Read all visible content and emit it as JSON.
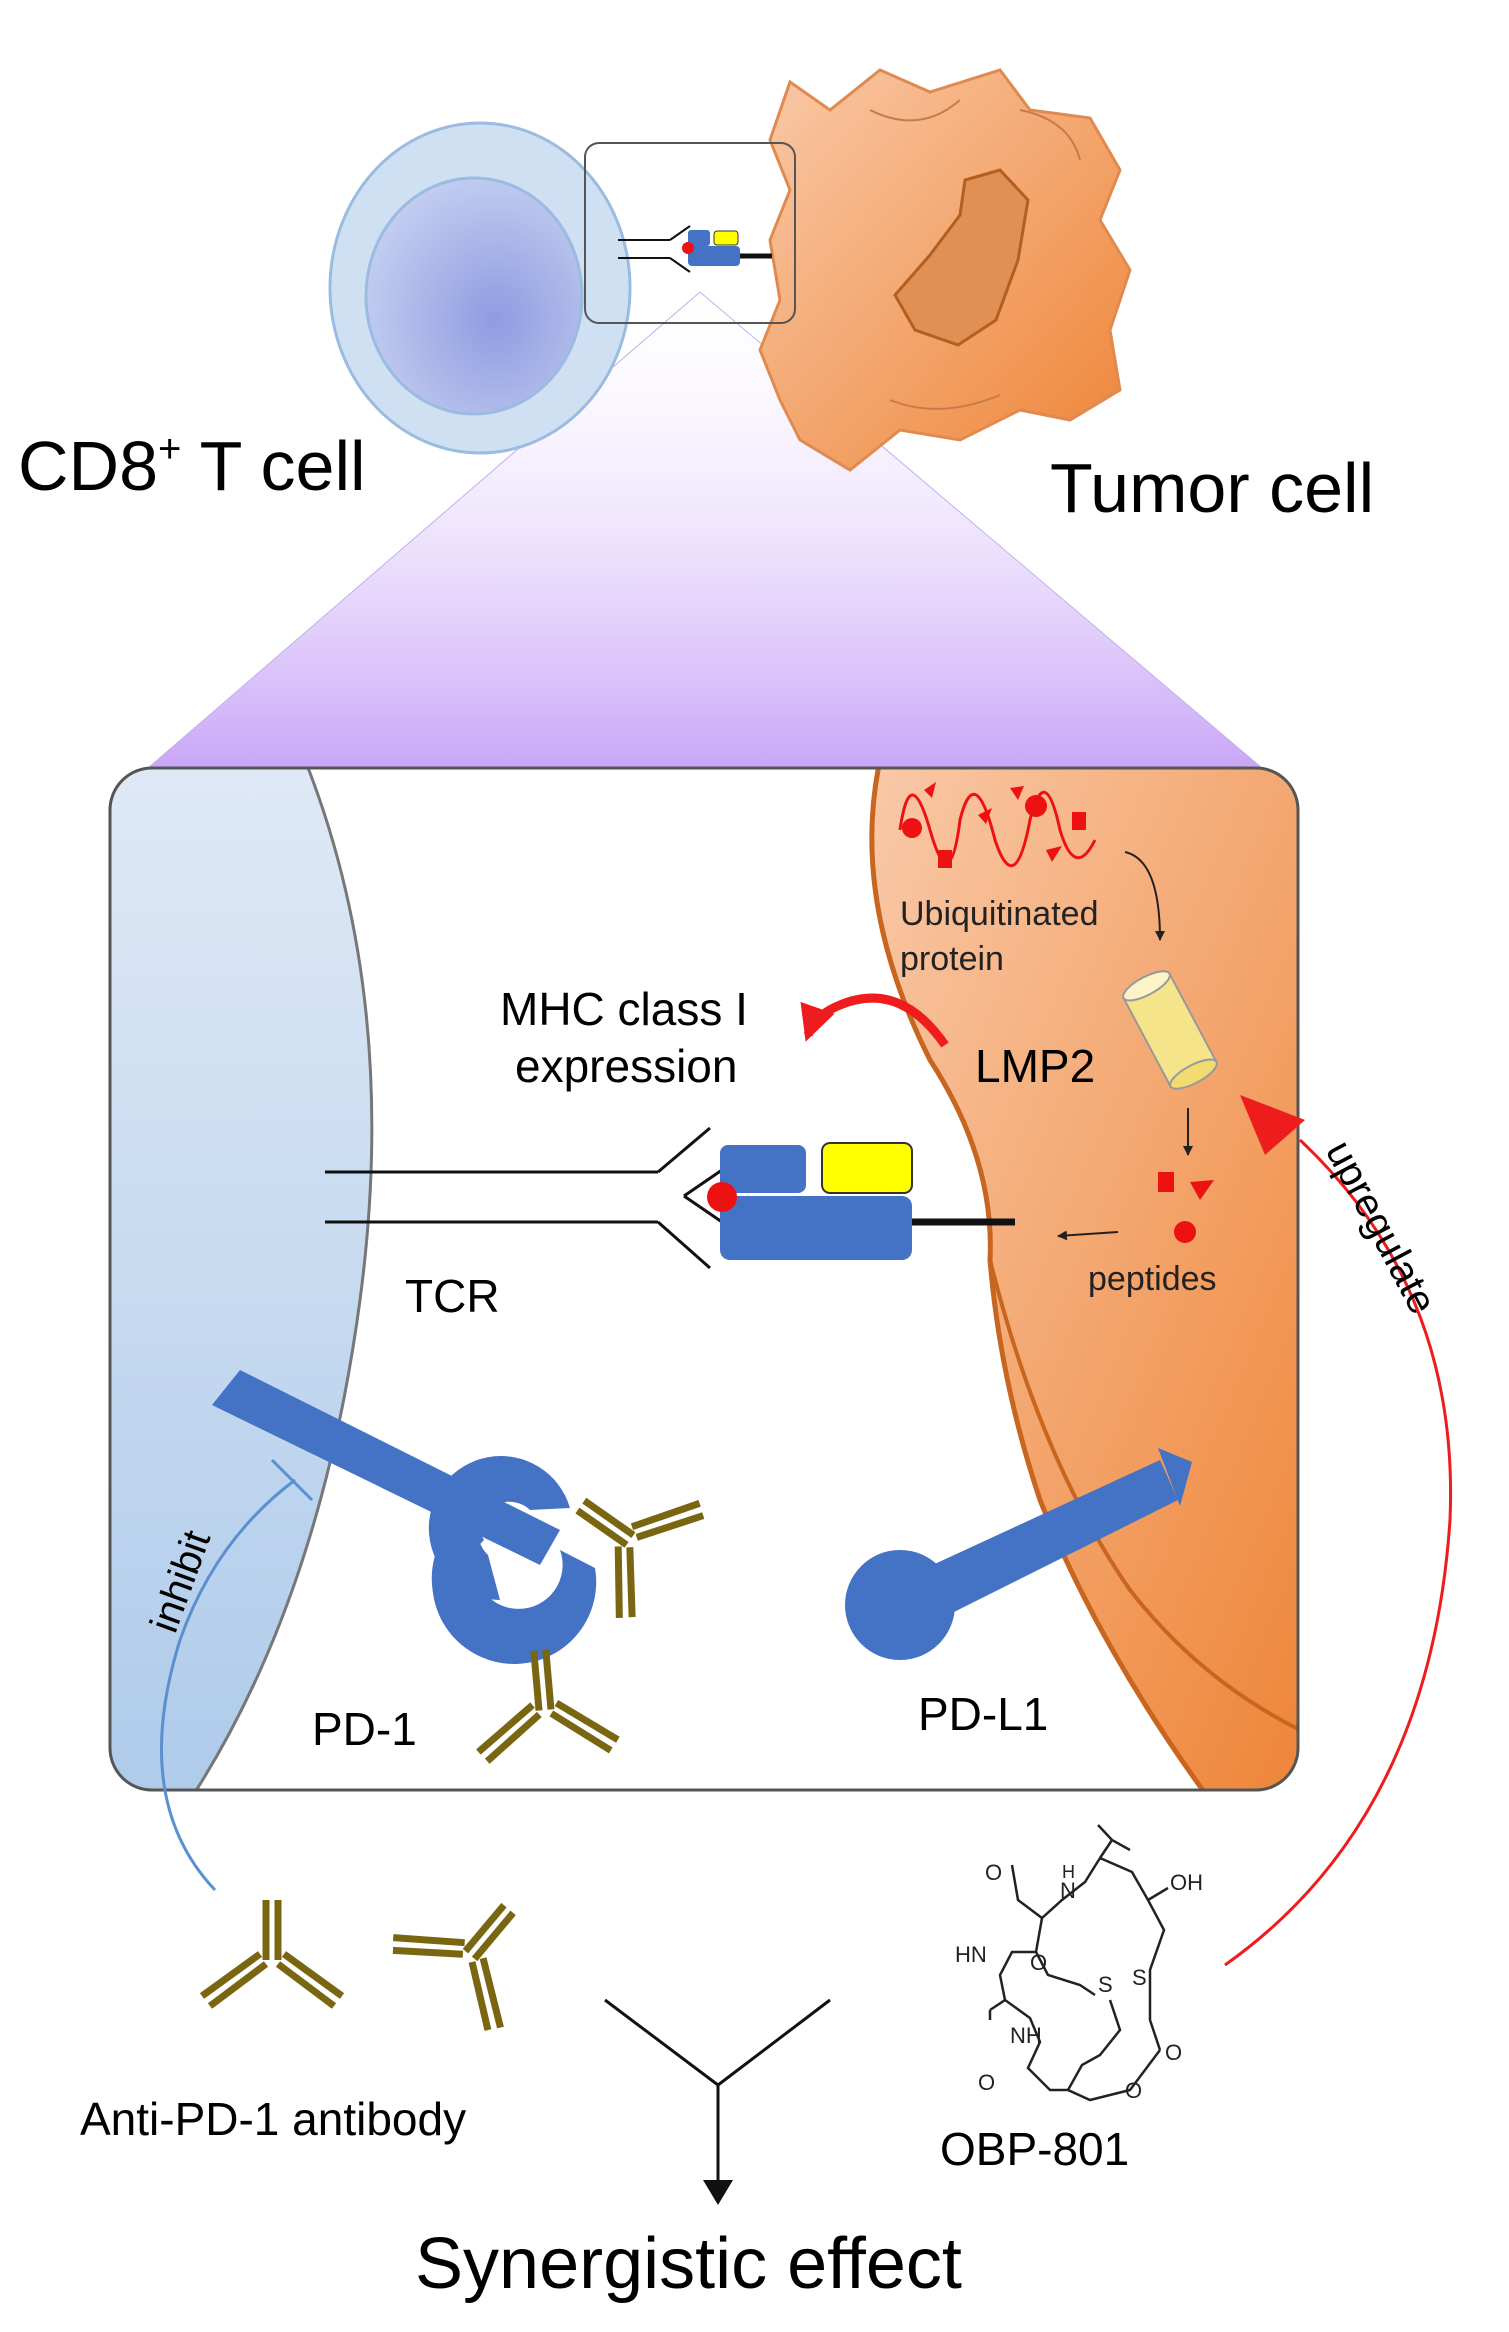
{
  "labels": {
    "t_cell": "CD8",
    "t_cell_sup": "+",
    "t_cell_suffix": " T cell",
    "tumor_cell": "Tumor cell",
    "ubiquitinated_1": "Ubiquitinated",
    "ubiquitinated_2": "protein",
    "mhc_1": "MHC class I",
    "mhc_2": "expression",
    "lmp2": "LMP2",
    "upregulate": "upregulate",
    "tcr": "TCR",
    "peptides": "peptides",
    "inhibit": "inhibit",
    "pd1": "PD-1",
    "pdl1": "PD-L1",
    "anti_pd1": "Anti-PD-1 antibody",
    "obp801": "OBP-801",
    "synergistic": "Synergistic effect",
    "chem_hn": "HN",
    "chem_nh_top": "N",
    "chem_h_top": "H",
    "chem_nh_bottom": "NH",
    "chem_oh": "OH",
    "chem_s1": "S",
    "chem_s2": "S",
    "chem_o_ring": "O",
    "chem_o1": "O",
    "chem_o2": "O",
    "chem_o3": "O",
    "chem_o4": "O"
  },
  "colors": {
    "t_cell_fill": "#b9d0ea",
    "t_cell_nucleus": "#9aa8e0",
    "tumor_fill": "#f3a878",
    "tumor_edge": "#c8651f",
    "receptor_blue": "#4472c4",
    "mhc_yellow": "#ffff00",
    "peptide_red": "#ee1111",
    "antibody_olive": "#7a6510",
    "zoom_purple": "#c9a6f7",
    "upregulate_red": "#ee1c1c",
    "inhibit_blue": "#5a8fd0"
  }
}
